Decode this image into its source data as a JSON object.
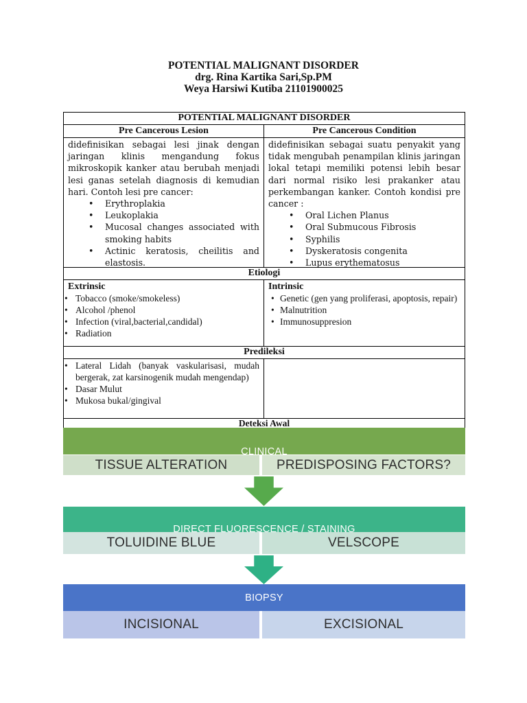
{
  "header": {
    "lines": [
      "POTENTIAL MALIGNANT DISORDER",
      "drg. Rina Kartika Sari,Sp.PM",
      "Weya Harsiwi Kutiba 21101900025"
    ]
  },
  "table": {
    "title": "POTENTIAL MALIGNANT DISORDER",
    "lesion": {
      "header": "Pre Cancerous Lesion",
      "definition": "didefinisikan sebagai lesi jinak dengan jaringan klinis mengandung fokus mikroskopik kanker atau berubah menjadi lesi ganas setelah diagnosis di kemudian hari. Contoh lesi pre cancer:",
      "items": [
        "Erythroplakia",
        "Leukoplakia",
        "Mucosal changes associated with smoking habits",
        "Actinic keratosis, cheilitis and elastosis."
      ]
    },
    "condition": {
      "header": "Pre Cancerous Condition",
      "definition": "didefinisikan sebagai suatu penyakit yang tidak mengubah penampilan klinis jaringan lokal tetapi memiliki potensi lebih besar dari normal risiko lesi prakanker atau perkembangan kanker. Contoh kondisi pre cancer :",
      "items": [
        "Oral Lichen Planus",
        "Oral Submucous Fibrosis",
        "Syphilis",
        "Dyskeratosis congenita",
        "Lupus erythematosus"
      ]
    },
    "etiologi": {
      "title": "Etiologi",
      "extrinsic": {
        "header": "Extrinsic",
        "items": [
          "Tobacco (smoke/smokeless)",
          "Alcohol /phenol",
          "Infection (viral,bacterial,candidal)",
          "Radiation"
        ]
      },
      "intrinsic": {
        "header": "Intrinsic",
        "items": [
          "Genetic (gen yang proliferasi, apoptosis, repair)",
          "Malnutrition",
          "Immunosuppresion"
        ]
      }
    },
    "predileksi": {
      "title": "Predileksi",
      "items": [
        "Lateral Lidah (banyak vaskularisasi, mudah bergerak, zat karsinogenik mudah mengendap)",
        "Dasar Mulut",
        "Mukosa bukal/gingival"
      ]
    },
    "deteksi_title": "Deteksi Awal"
  },
  "flow": {
    "steps": [
      {
        "label": "CLINICAL",
        "bar_color": "#76a84e",
        "arrow_color": "#57aa4c",
        "boxes": [
          {
            "text": "TISSUE ALTERATION",
            "color": "#cfdfc9"
          },
          {
            "text": "PREDISPOSING FACTORS?",
            "color": "#d6e4d0"
          }
        ]
      },
      {
        "label": "DIRECT FLUORESCENCE / STAINING",
        "bar_color": "#3cb489",
        "arrow_color": "#2eb185",
        "boxes": [
          {
            "text": "TOLUIDINE BLUE",
            "color": "#d3e4df"
          },
          {
            "text": "VELSCOPE",
            "color": "#c8e1d6"
          }
        ]
      },
      {
        "label": "BIOPSY",
        "bar_color": "#4a74c8",
        "arrow_color": null,
        "boxes": [
          {
            "text": "INCISIONAL",
            "color": "#bac5e8"
          },
          {
            "text": "EXCISIONAL",
            "color": "#c7d5eb"
          }
        ]
      }
    ]
  }
}
